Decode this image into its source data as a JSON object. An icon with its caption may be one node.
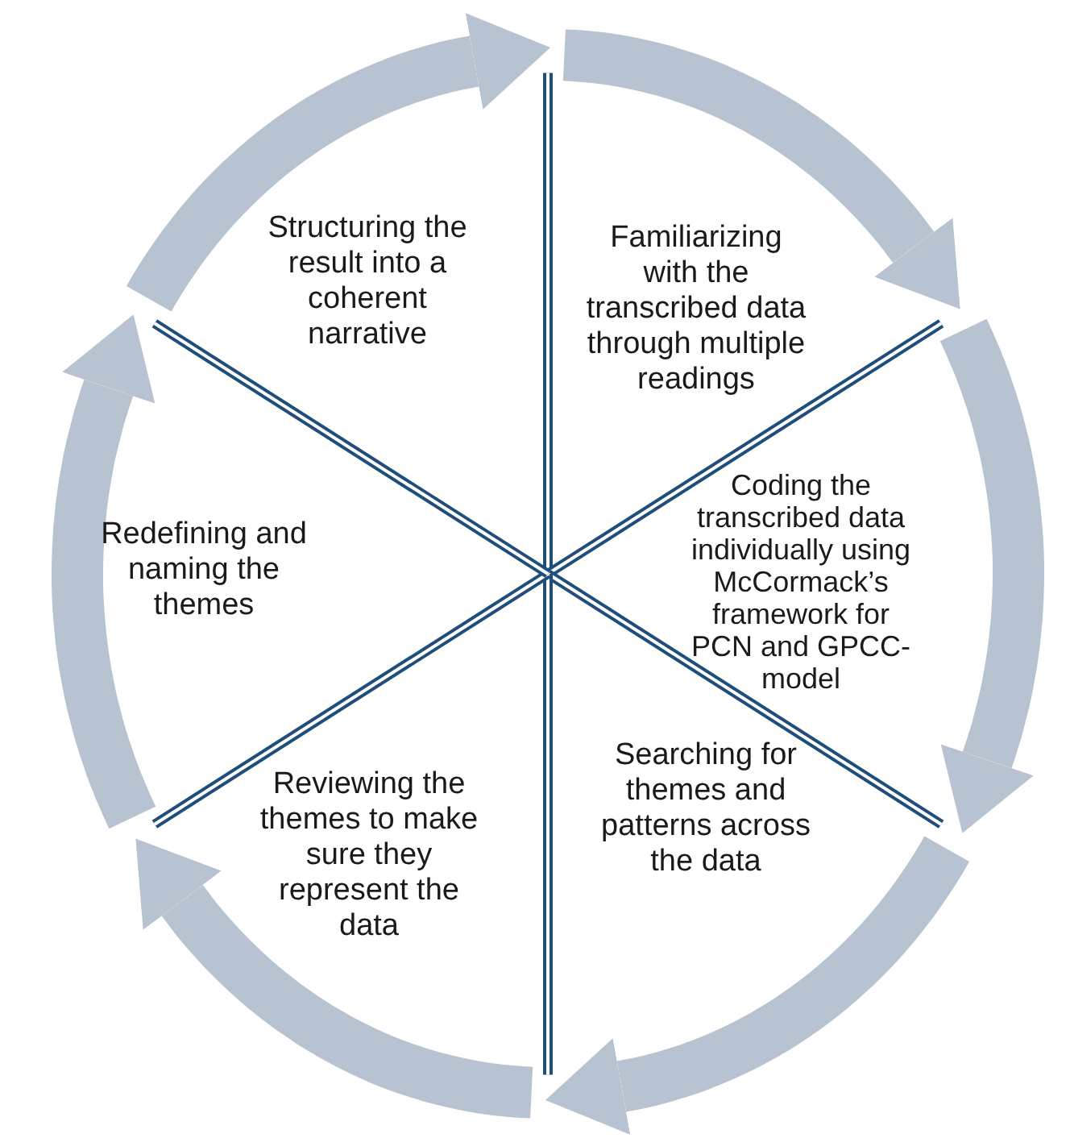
{
  "diagram": {
    "nodes": [
      {
        "text": [
          "Familiarizing with the transcribed data through multiple readings"
        ]
      },
      {
        "text": [
          "Coding the transcribed data individually using McCormack’s framework for PCN and GPCC-model"
        ]
      },
      {
        "text": [
          "Searching for themes and patterns across the data"
        ]
      },
      {
        "text": [
          "Reviewing the themes to make sure they represent the data"
        ]
      },
      {
        "text": [
          "Redefining and naming the themes"
        ]
      },
      {
        "text": [
          "Structuring the result into a coherent narrative"
        ]
      }
    ]
  }
}
